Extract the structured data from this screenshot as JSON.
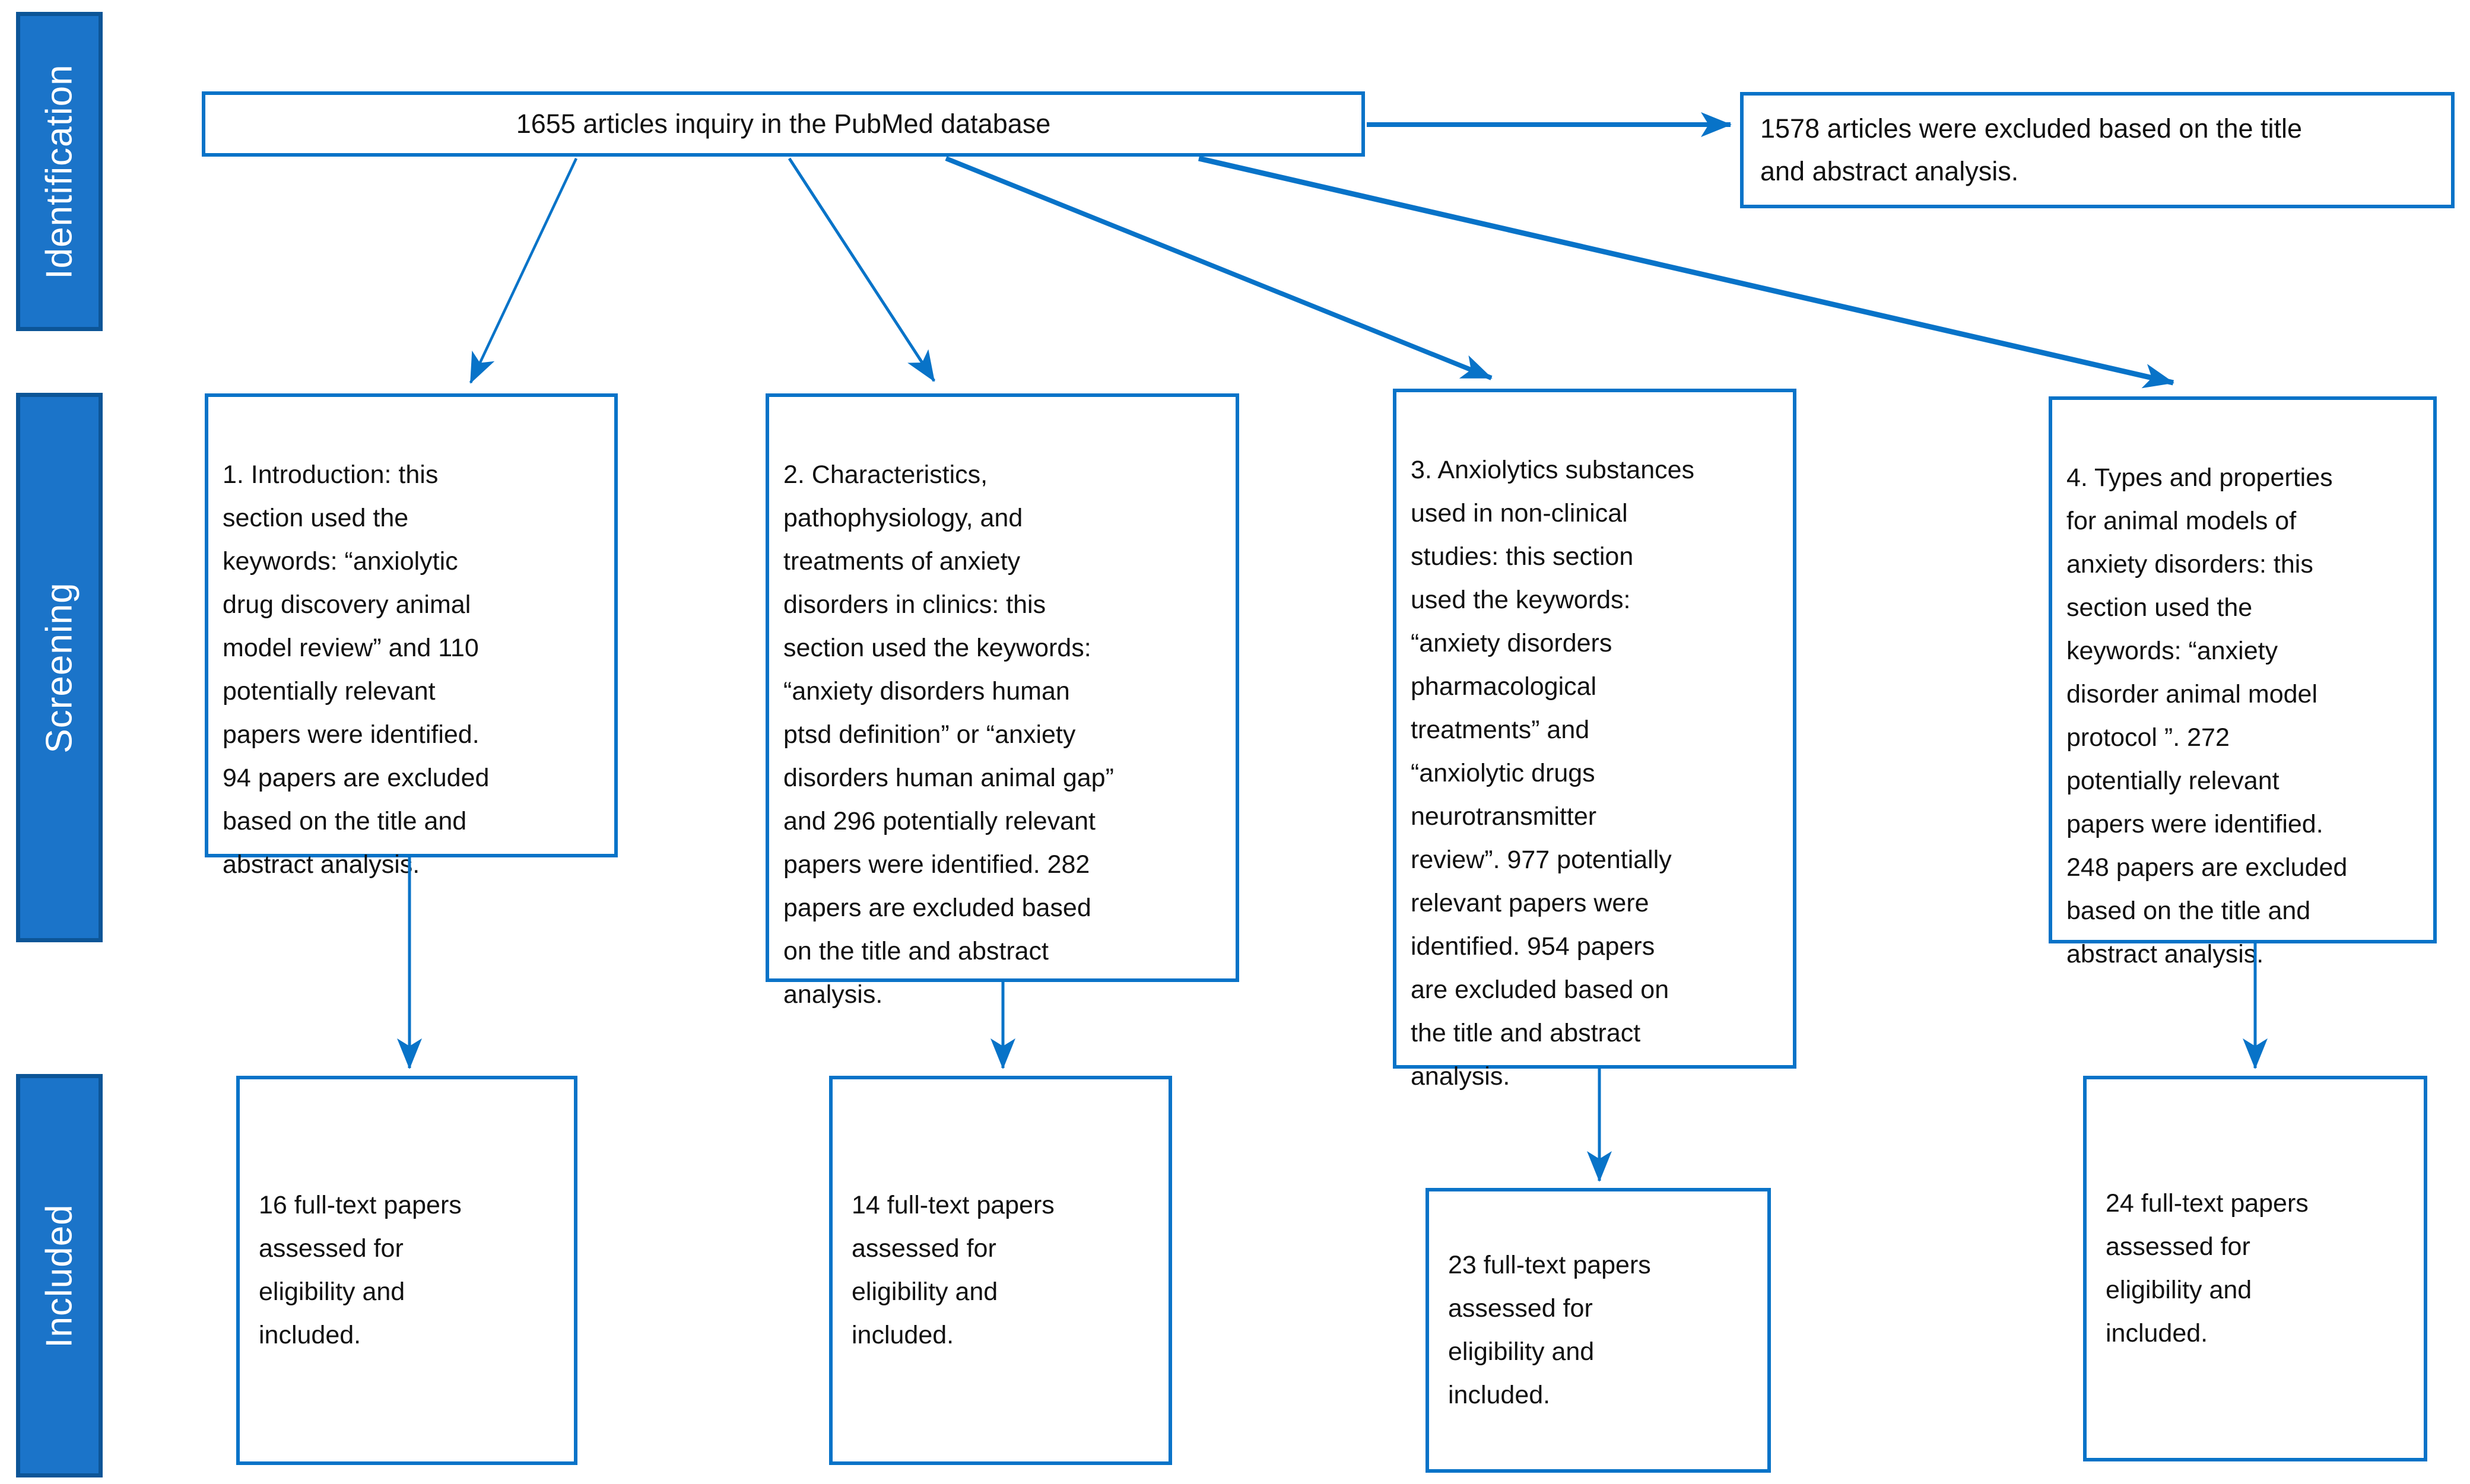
{
  "palette": {
    "accent": "#0873C8",
    "label_fill": "#1B74C9",
    "label_border": "#0C5597",
    "label_text": "#FFFFFF",
    "text": "#111111"
  },
  "sidebar": {
    "stages": [
      {
        "label": "Identification"
      },
      {
        "label": "Screening"
      },
      {
        "label": "Included"
      }
    ]
  },
  "identification": {
    "source_box": "1655 articles inquiry in the PubMed database",
    "excluded_box": "1578 articles were excluded based on the title\nand abstract analysis."
  },
  "screening": {
    "boxes": [
      {
        "text": "1. Introduction: this\nsection used the\nkeywords: “anxiolytic\ndrug discovery animal\nmodel review” and 110\npotentially relevant\npapers were identified.\n94 papers are excluded\nbased on the title and\nabstract analysis."
      },
      {
        "text": "2. Characteristics,\npathophysiology, and\ntreatments of anxiety\ndisorders in clinics: this\nsection used the keywords:\n“anxiety disorders human\nptsd definition” or “anxiety\ndisorders human animal gap”\nand 296 potentially relevant\npapers were identified. 282\npapers are excluded based\non the title and abstract\nanalysis."
      },
      {
        "text": "3. Anxiolytics substances\nused in non-clinical\nstudies: this section\nused the keywords:\n“anxiety disorders\npharmacological\ntreatments” and\n“anxiolytic drugs\nneurotransmitter\nreview”. 977 potentially\nrelevant papers were\nidentified. 954 papers\nare excluded based on\nthe title and abstract\nanalysis."
      },
      {
        "text": "4. Types and properties\nfor animal models of\nanxiety disorders: this\nsection used the\nkeywords: “anxiety\ndisorder animal model\nprotocol ”. 272\npotentially relevant\npapers were identified.\n248 papers are excluded\nbased on the title and\nabstract analysis."
      }
    ]
  },
  "included": {
    "boxes": [
      {
        "text": "16 full-text papers\nassessed for\neligibility and\nincluded."
      },
      {
        "text": "14 full-text papers\nassessed for\neligibility and\nincluded."
      },
      {
        "text": "23 full-text papers\nassessed for\neligibility and\nincluded."
      },
      {
        "text": "24 full-text papers\nassessed for\neligibility and\nincluded."
      }
    ]
  }
}
